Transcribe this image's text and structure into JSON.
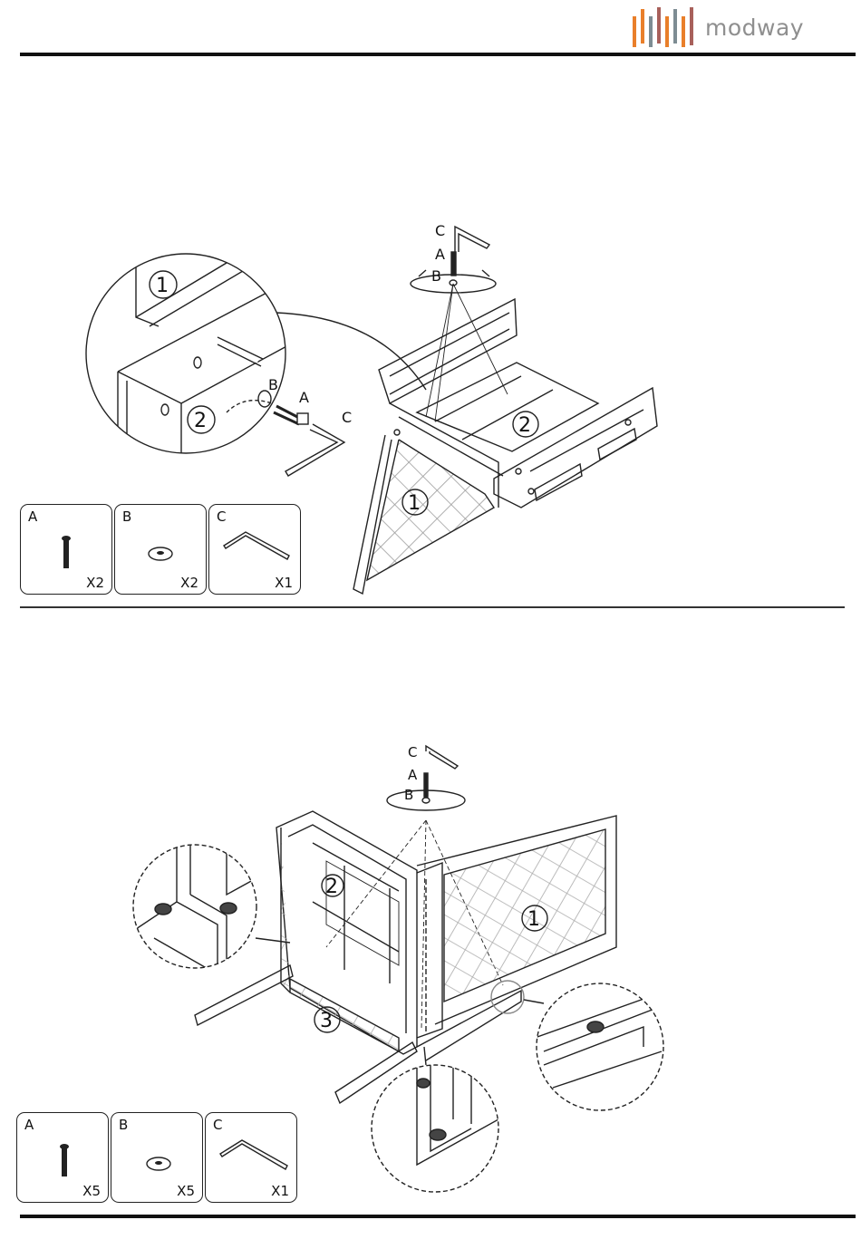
{
  "brand": {
    "name": "modway",
    "bar_colors": [
      "#e97f2a",
      "#7d8c93",
      "#a8605b"
    ]
  },
  "step1": {
    "callout": {
      "a": "A",
      "b": "B",
      "c": "C"
    },
    "detail_parts": {
      "one": "1",
      "two": "2"
    },
    "main_parts": {
      "one": "1",
      "two": "2"
    },
    "parts": [
      {
        "letter": "A",
        "qty": "X2",
        "icon": "bolt-icon"
      },
      {
        "letter": "B",
        "qty": "X2",
        "icon": "washer-icon"
      },
      {
        "letter": "C",
        "qty": "X1",
        "icon": "allen-key-icon"
      }
    ]
  },
  "step2": {
    "callout": {
      "a": "A",
      "b": "B",
      "c": "C"
    },
    "main_parts": {
      "one": "1",
      "two": "2",
      "three": "3"
    },
    "parts": [
      {
        "letter": "A",
        "qty": "X5",
        "icon": "bolt-icon"
      },
      {
        "letter": "B",
        "qty": "X5",
        "icon": "washer-icon"
      },
      {
        "letter": "C",
        "qty": "X1",
        "icon": "allen-key-icon"
      }
    ]
  }
}
